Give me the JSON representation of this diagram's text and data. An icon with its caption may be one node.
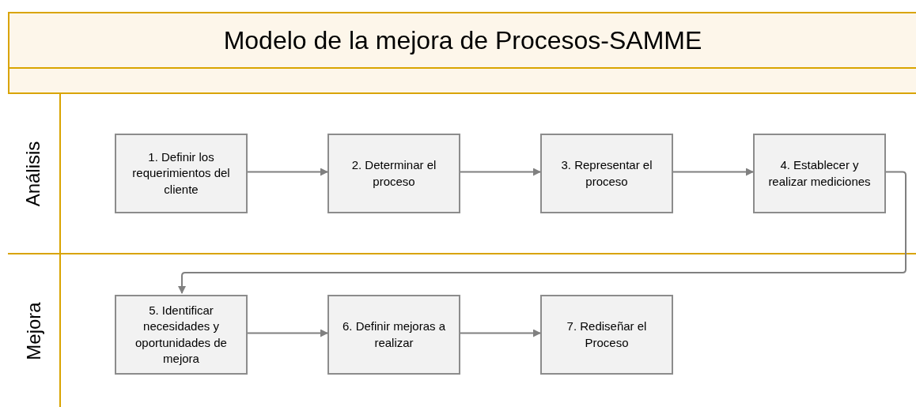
{
  "diagram": {
    "title": "Modelo de la mejora de Procesos-SAMME",
    "nodes": [
      {
        "text": [
          "Análisis"
        ]
      },
      {
        "text": [
          "1. Definir los requerimientos del cliente"
        ],
        "in": 0
      },
      {
        "text": [
          "2. Determinar el proceso"
        ],
        "in": 0
      },
      {
        "text": [
          "3. Representar el proceso"
        ],
        "in": 0
      },
      {
        "text": [
          "4. Establecer y realizar mediciones"
        ],
        "in": 0
      },
      {
        "text": [
          "Mejora"
        ]
      },
      {
        "text": [
          "5. Identificar necesidades y oportunidades de mejora"
        ],
        "in": 5
      },
      {
        "text": [
          "6. Definir mejoras a realizar"
        ],
        "in": 5
      },
      {
        "text": [
          "7. Rediseñar el Proceso"
        ],
        "in": 5
      }
    ],
    "edges": [
      {
        "from": 1,
        "to": 2,
        "arrow": "to"
      },
      {
        "from": 2,
        "to": 3,
        "arrow": "to"
      },
      {
        "from": 3,
        "to": 4,
        "arrow": "to"
      },
      {
        "from": 4,
        "to": 6,
        "arrow": "to"
      },
      {
        "from": 6,
        "to": 7,
        "arrow": "to"
      },
      {
        "from": 7,
        "to": 8,
        "arrow": "to"
      }
    ]
  }
}
